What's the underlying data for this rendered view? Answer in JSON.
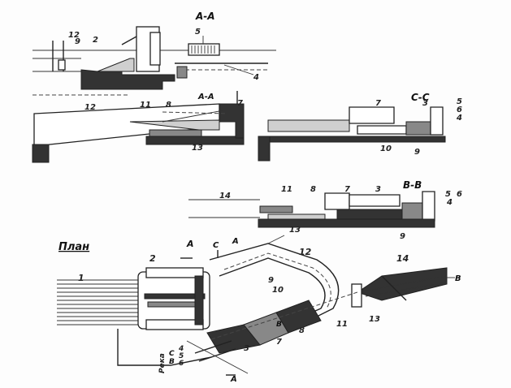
{
  "sections": {
    "aa_top": "А-А",
    "aa_mid": "А-А",
    "cc": "С-С",
    "bb": "В-В",
    "plan": "План",
    "river": "Река"
  },
  "labels": {
    "top": [
      "12",
      "9",
      "2",
      "5",
      "4"
    ],
    "aa_mid": [
      "12",
      "11",
      "8",
      "7",
      "13"
    ],
    "cc": [
      "7",
      "3",
      "5",
      "6",
      "4",
      "10",
      "9"
    ],
    "bb": [
      "14",
      "11",
      "8",
      "7",
      "3",
      "5",
      "6",
      "4",
      "13",
      "9"
    ],
    "plan": [
      "1",
      "2",
      "А",
      "С",
      "А",
      "12",
      "9",
      "10",
      "14",
      "В",
      "13",
      "11",
      "8",
      "7",
      "3",
      "В",
      "4",
      "5",
      "6",
      "А",
      "С",
      "В"
    ]
  }
}
